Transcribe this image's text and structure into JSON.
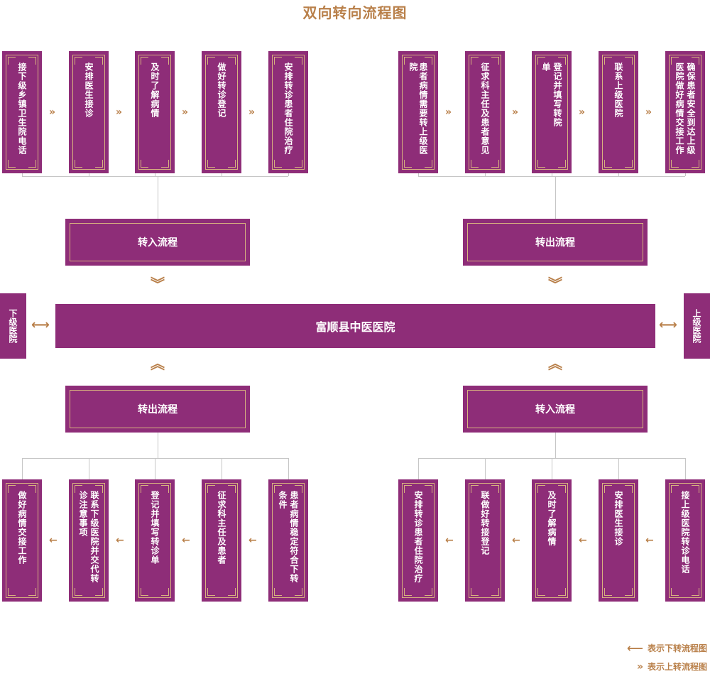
{
  "title": "双向转向流程图",
  "center": "富顺县中医医院",
  "left_side": "下级医院",
  "right_side": "上级医院",
  "top_left": {
    "label": "转入流程",
    "steps": [
      [
        "接下级乡镇卫生院电话"
      ],
      [
        "安排医生接诊"
      ],
      [
        "及时了解病情"
      ],
      [
        "做好转诊登记"
      ],
      [
        "安排转诊患者住院治疗"
      ]
    ]
  },
  "top_right": {
    "label": "转出流程",
    "steps": [
      [
        "患者病情需要转上级医院"
      ],
      [
        "征求科主任及患者意见"
      ],
      [
        "登记并填写转院",
        "单"
      ],
      [
        "联系上级医院"
      ],
      [
        "确保患者安全到达上级",
        "医院做好病情交接工作"
      ]
    ]
  },
  "bottom_left": {
    "label": "转出流程",
    "steps": [
      [
        "做好病情交接工作"
      ],
      [
        "联系下级医院并交代转",
        "诊注意事项"
      ],
      [
        "登记并填写转诊单"
      ],
      [
        "征求科主任及患者"
      ],
      [
        "患者病情稳定符合下转",
        "条件"
      ]
    ]
  },
  "bottom_right": {
    "label": "转入流程",
    "steps": [
      [
        "安排转诊患者住院治疗"
      ],
      [
        "联做好转接登记"
      ],
      [
        "及时了解病情"
      ],
      [
        "安排医生接诊"
      ],
      [
        "接上级医院转诊电话"
      ]
    ]
  },
  "legend": {
    "down": "表示下转流程图",
    "up": "表示上转流程图"
  },
  "colors": {
    "box": "#8e2d78",
    "accent": "#b9804a",
    "line": "#c6c6c6"
  }
}
